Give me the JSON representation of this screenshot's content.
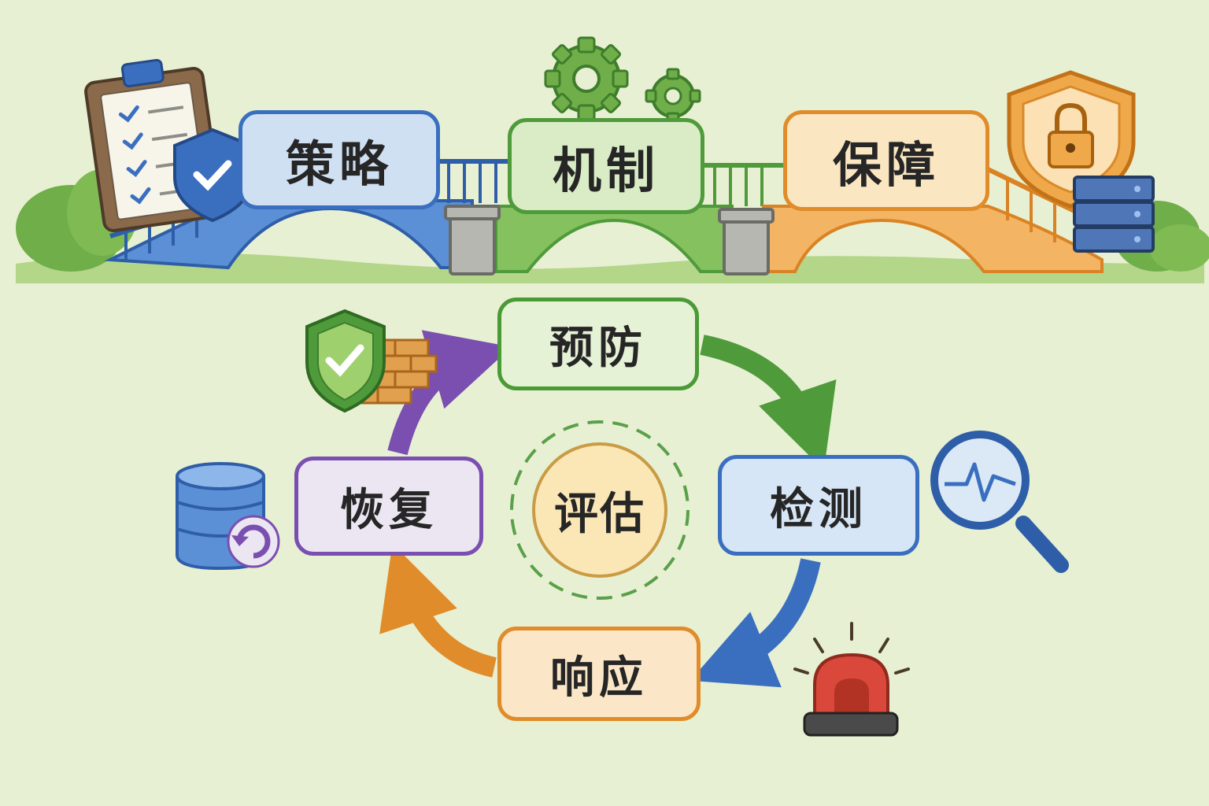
{
  "bridge": {
    "policy": "策略",
    "mechanism": "机制",
    "assurance": "保障",
    "icons": [
      "clipboard-checklist-icon",
      "shield-check-icon",
      "gear-icon",
      "shield-lock-icon",
      "server-icon"
    ]
  },
  "cycle": {
    "prevent": "预防",
    "detect": "检测",
    "respond": "响应",
    "recover": "恢复",
    "center": "评估",
    "icons": [
      "shield-firewall-icon",
      "magnifier-pulse-icon",
      "alarm-siren-icon",
      "database-restore-icon"
    ]
  },
  "colors": {
    "background": "#e8f0d3",
    "blue": "#3a6fc0",
    "green": "#4f9a3a",
    "orange": "#e08c2a",
    "purple": "#7a4fb0",
    "red": "#d9483a"
  }
}
